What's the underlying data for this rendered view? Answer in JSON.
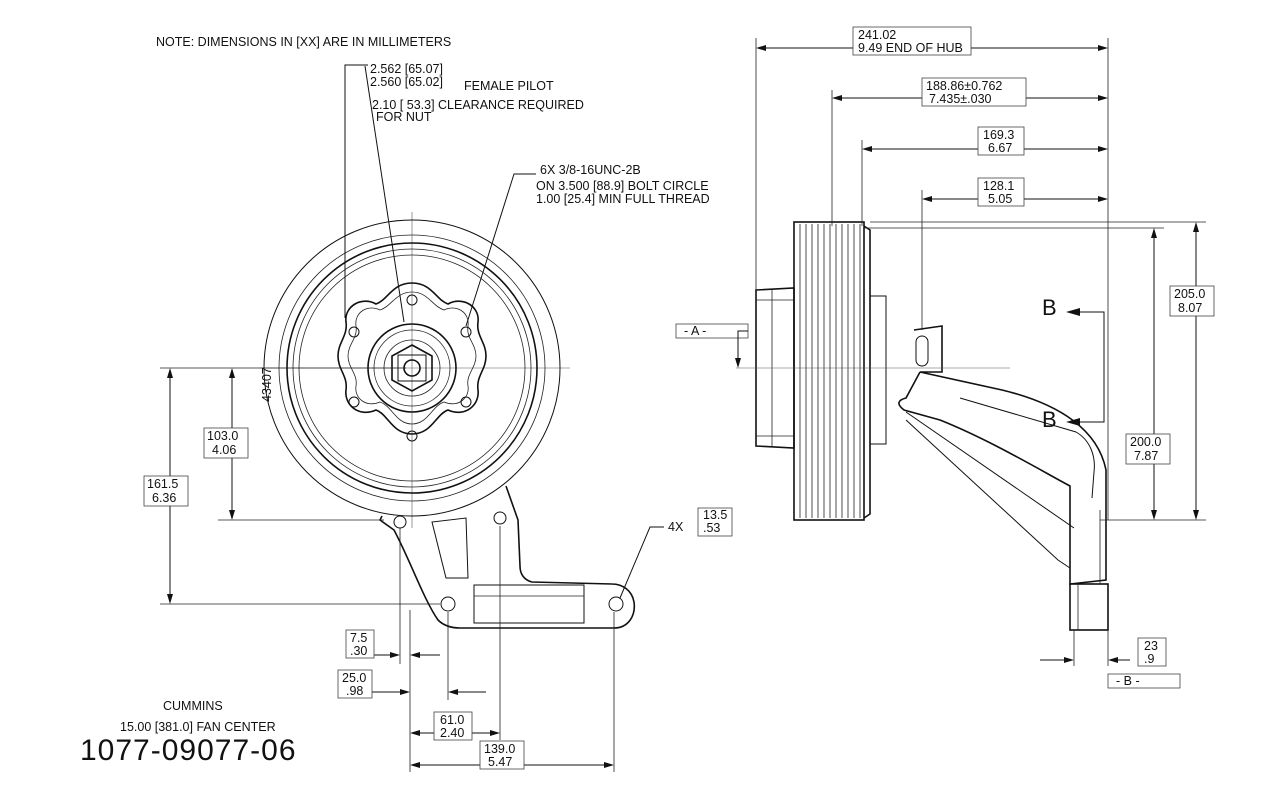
{
  "note": "NOTE: DIMENSIONS IN [XX] ARE IN MILLIMETERS",
  "front_view": {
    "pilot_dim_max": "2.562 [65.07]",
    "pilot_dim_min": "2.560 [65.02]",
    "pilot_label": "FEMALE PILOT",
    "clearance_line1": "2.10 [ 53.3] CLEARANCE REQUIRED",
    "clearance_line2": "FOR NUT",
    "bolt_line1": "6X 3/8-16UNC-2B",
    "bolt_line2": "ON   3.500 [88.9] BOLT CIRCLE",
    "bolt_line3": "1.00 [25.4] MIN FULL THREAD",
    "part_stamp": "43407",
    "dims": {
      "d103": {
        "mm": "103.0",
        "in": "4.06"
      },
      "d161": {
        "mm": "161.5",
        "in": "6.36"
      },
      "d13": {
        "prefix": "4X",
        "mm": "13.5",
        "in": ".53"
      },
      "d7": {
        "mm": "7.5",
        "in": ".30"
      },
      "d25": {
        "mm": "25.0",
        "in": ".98"
      },
      "d61": {
        "mm": "61.0",
        "in": "2.40"
      },
      "d139": {
        "mm": "139.0",
        "in": "5.47"
      }
    }
  },
  "title_block": {
    "customer": "CUMMINS",
    "fan_center": "15.00 [381.0] FAN CENTER",
    "part_number": "1077-09077-06"
  },
  "side_view": {
    "datum_a": "- A -",
    "datum_b": "- B -",
    "section_b": "B",
    "dims": {
      "d241": {
        "mm": "241.02",
        "in": "9.49 END OF HUB"
      },
      "d188": {
        "mm": "188.86±0.762",
        "in": "7.435±.030"
      },
      "d169": {
        "mm": "169.3",
        "in": "6.67"
      },
      "d128": {
        "mm": "128.1",
        "in": "5.05"
      },
      "d205": {
        "mm": "205.0",
        "in": "8.07"
      },
      "d200": {
        "mm": "200.0",
        "in": "7.87"
      },
      "d23": {
        "mm": "23",
        "in": ".9"
      }
    }
  }
}
